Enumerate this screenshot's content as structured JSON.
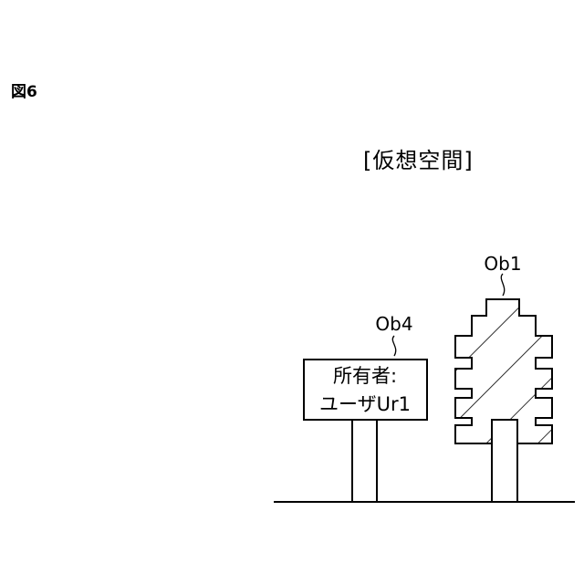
{
  "figure_label": "図6",
  "space_title": "[仮想空間]",
  "objects": {
    "tree": {
      "label": "Ob1"
    },
    "sign": {
      "label": "Ob4",
      "line1": "所有者:",
      "line2": "ユーザUr1"
    }
  }
}
